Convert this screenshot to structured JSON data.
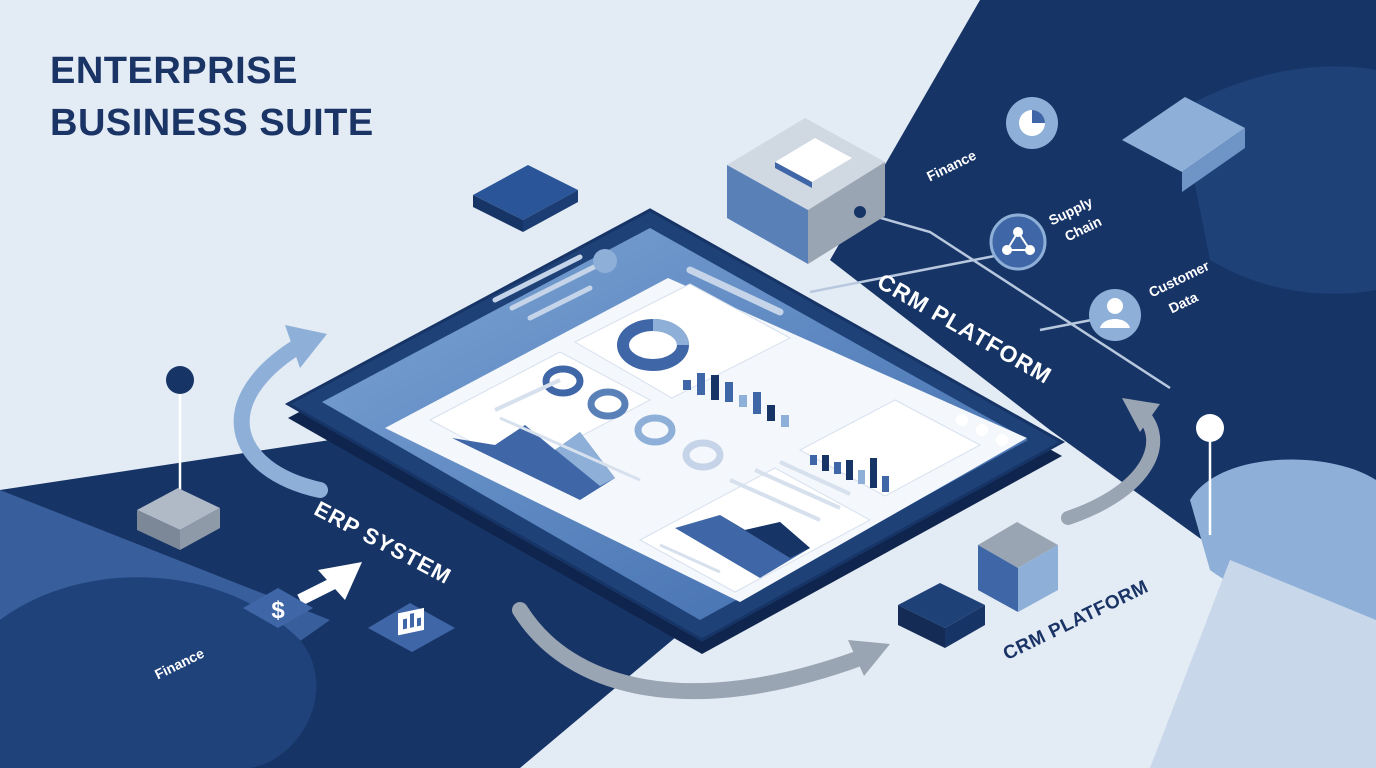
{
  "title": {
    "line1": "ENTERPRISE",
    "line2": "BUSINESS SUITE"
  },
  "labels": {
    "erp_system": "ERP SYSTEM",
    "crm_platform_top": "CRM PLATFORM",
    "crm_platform_bottom": "CRM PLATFORM",
    "finance_top": "Finance",
    "finance_bottom": "Finance",
    "supply_chain_1": "Supply",
    "supply_chain_2": "Chain",
    "customer_data_1": "Customer",
    "customer_data_2": "Data"
  },
  "icons": {
    "finance_top": "pie-chart-icon",
    "supply_chain": "network-icon",
    "customer_data": "user-icon",
    "finance_bottom": "dollar-icon",
    "report": "report-icon"
  },
  "colors": {
    "navy": "#173466",
    "mid_blue": "#3b66a6",
    "light_blue": "#8eb0d8",
    "pale_blue": "#e3ebf5",
    "gray": "#9aa5b3"
  }
}
